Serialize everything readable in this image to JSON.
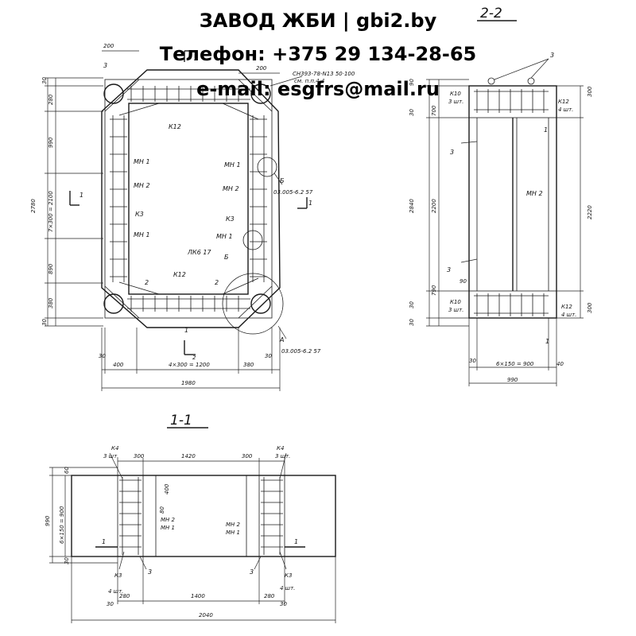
{
  "header": {
    "line1": "ЗАВОД ЖБИ | gbi2.by",
    "line2": "Телефон: +375 29 134-28-65",
    "line3": "e-mail: esgfrs@mail.ru"
  },
  "plan": {
    "top_dims": [
      "200",
      "200"
    ],
    "note1": "СН393-78-N13 50·100",
    "note2": "см. п.п.4.4",
    "left_dims": [
      "30",
      "280",
      "990",
      "2780",
      "7×300 = 2100",
      "890",
      "380",
      "30"
    ],
    "labels": [
      "3",
      "К12",
      "МН 1",
      "МН 2",
      "К3",
      "МН 1",
      "МН 1",
      "МН 2",
      "К3",
      "МН 1",
      "2",
      "К12",
      "ЛК6 17",
      "2",
      "1",
      "Б",
      "Б",
      "А"
    ],
    "callout_b": "03.005-6.2 57",
    "callout_a": "03.005-6.2 57",
    "section_marks": [
      "1",
      "1",
      "2",
      "2"
    ],
    "bottom_dims": [
      "30",
      "400",
      "4×300 = 1200",
      "380",
      "30",
      "1980"
    ]
  },
  "section22": {
    "title": "2-2",
    "labels": [
      "3",
      "К10",
      "3 шт.",
      "К12",
      "4 шт.",
      "1",
      "3",
      "МН 2",
      "3",
      "К10",
      "3 шт.",
      "К12",
      "4 шт.",
      "1"
    ],
    "left_dims": [
      "90",
      "30",
      "700",
      "2840",
      "2200",
      "90",
      "790",
      "30",
      "30"
    ],
    "right_dims": [
      "300",
      "2220",
      "300"
    ],
    "bottom_dims": [
      "30",
      "6×150 = 900",
      "40",
      "990"
    ]
  },
  "section11": {
    "title": "1-1",
    "labels": [
      "К4",
      "3 шт.",
      "К4",
      "3 шт.",
      "МН 2",
      "МН 1",
      "МН 2",
      "МН 1",
      "1",
      "1",
      "К3",
      "4 шт.",
      "3",
      "3",
      "К3",
      "4 шт."
    ],
    "top_dims": [
      "300",
      "1420",
      "300"
    ],
    "left_dims": [
      "60",
      "990",
      "6×150 = 900",
      "30"
    ],
    "inner_dims": [
      "400",
      "80"
    ],
    "bottom_dims": [
      "30",
      "280",
      "1400",
      "30",
      "280",
      "2040"
    ]
  }
}
